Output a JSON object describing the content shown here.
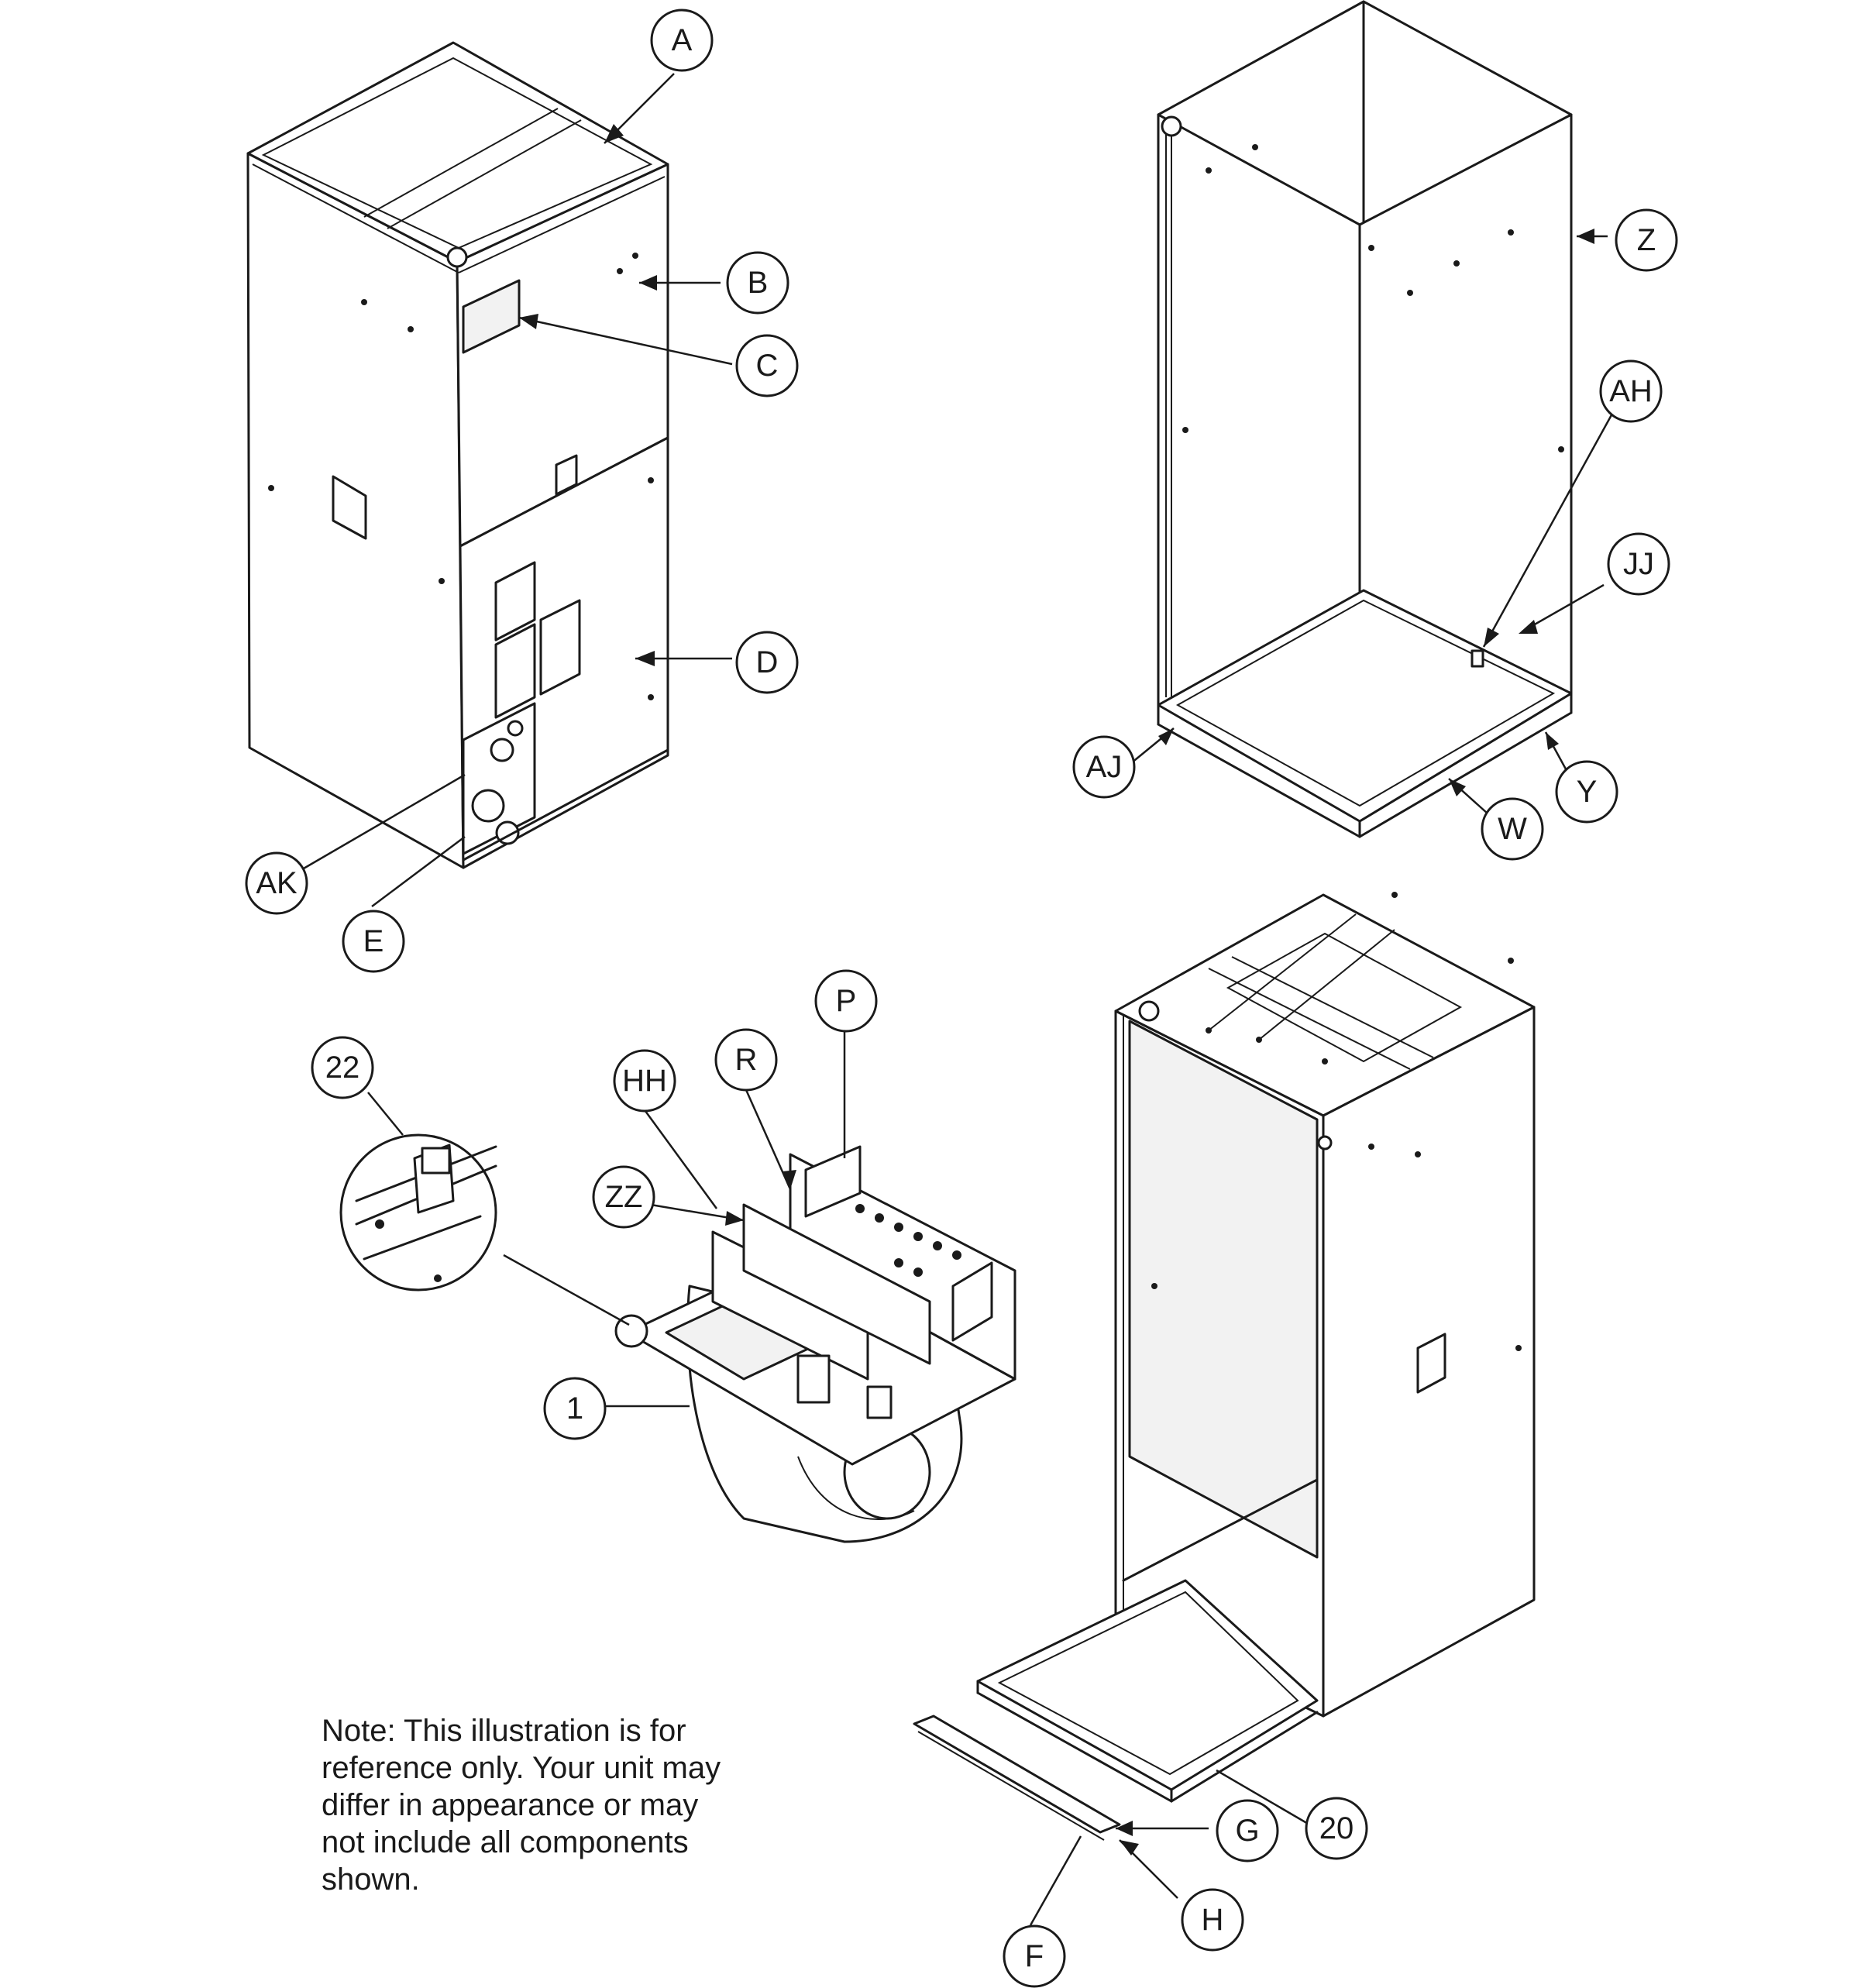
{
  "callouts": [
    {
      "id": "A",
      "label": "A"
    },
    {
      "id": "B",
      "label": "B"
    },
    {
      "id": "C",
      "label": "C"
    },
    {
      "id": "D",
      "label": "D"
    },
    {
      "id": "AK",
      "label": "AK"
    },
    {
      "id": "E",
      "label": "E"
    },
    {
      "id": "Z",
      "label": "Z"
    },
    {
      "id": "AH",
      "label": "AH"
    },
    {
      "id": "JJ",
      "label": "JJ"
    },
    {
      "id": "AJ",
      "label": "AJ"
    },
    {
      "id": "Y",
      "label": "Y"
    },
    {
      "id": "W",
      "label": "W"
    },
    {
      "id": "22",
      "label": "22"
    },
    {
      "id": "HH",
      "label": "HH"
    },
    {
      "id": "R",
      "label": "R"
    },
    {
      "id": "P",
      "label": "P"
    },
    {
      "id": "ZZ",
      "label": "ZZ"
    },
    {
      "id": "1",
      "label": "1"
    },
    {
      "id": "20",
      "label": "20"
    },
    {
      "id": "G",
      "label": "G"
    },
    {
      "id": "F",
      "label": "F"
    },
    {
      "id": "H",
      "label": "H"
    }
  ],
  "note": {
    "lines": [
      "Note: This illustration is for",
      "reference only. Your unit may",
      "differ in appearance or may",
      "not include all components",
      "shown."
    ]
  }
}
